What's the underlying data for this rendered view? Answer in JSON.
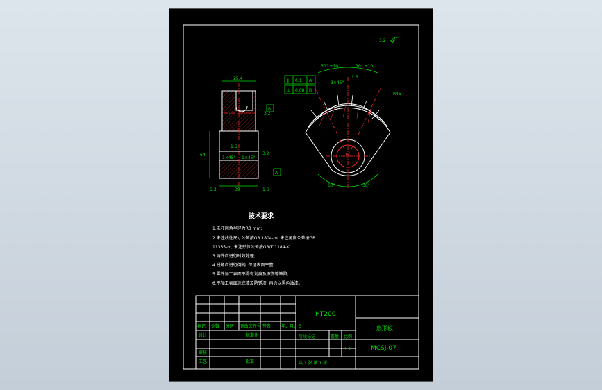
{
  "drawing": {
    "roughness": "3.2",
    "dims": {
      "top_width": "25.4",
      "height": "64",
      "bottom_width": "39",
      "datum_A": "A",
      "datum_B": "B",
      "tol_small": "1.6",
      "chamfer_l": "1×45°",
      "chamfer_r": "1×45°",
      "bottom_rough": "1.6",
      "left_rough": "6.3",
      "right_rough": "3.2",
      "side_rough": "3.2"
    },
    "fcf": {
      "row1_symbol": "∥",
      "row1_val": "0.1",
      "row1_ref": "A",
      "row2_symbol": "⊥",
      "row2_val": "0.08",
      "row2_ref": "B"
    },
    "gear_dims": {
      "ang_left": "30° ±10′",
      "ang_right": "30° ±10′",
      "r_text": "R45",
      "bot_left": "60°",
      "bot_right": "30°",
      "rough": "1.6",
      "notch": "3×45°"
    }
  },
  "tech_req": {
    "title": "技术要求",
    "lines": [
      "1.未注圆角半径为R3 mm;",
      "2.未注线性尺寸公差按GB 1804-m, 未注角度公差按GB",
      "  11335-m, 未注形位公差按GB/T 1184-K;",
      "3.铸件应进行时效处理;",
      "4.锐角应进行倒钝, 保证表面平整;",
      "5.零件加工表面不得有划痕及擦伤等缺陷;",
      "6.不加工表面涂底漆及防锈漆, 再涂以黑色油漆。"
    ]
  },
  "title_block": {
    "material": "HT200",
    "part_name": "扇形板",
    "drawing_no": "MCSJ-07",
    "row_labels": [
      "标记",
      "处数",
      "分区",
      "更改文件号",
      "签名",
      "年、月、日"
    ],
    "designer": "设计",
    "standard": "标准化",
    "stage_mark": "阶段标记",
    "weight": "重量",
    "scale": "比例",
    "scale_val": "1:1",
    "review": "审核",
    "process": "工艺",
    "approve": "批准",
    "sheets": "共 1 张    第 1 张"
  }
}
